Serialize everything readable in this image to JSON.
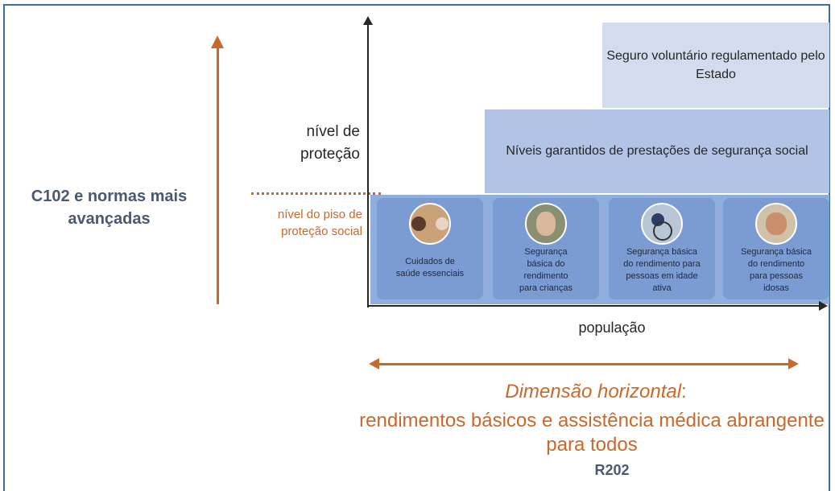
{
  "left": {
    "standards_label": "C102 e normas mais avançadas",
    "axis_y_label": "nível de proteção",
    "floor_label": "nível do piso de proteção social"
  },
  "tiers": {
    "top": "Seguro voluntário regulamentado pelo Estado",
    "middle": "Níveis garantidos de prestações de segurança social"
  },
  "cards": [
    {
      "label": "Cuidados de\nsaúde essenciais",
      "icon": "health-care-photo-icon"
    },
    {
      "label": "Segurança\nbásica do\nrendimento\npara crianças",
      "icon": "child-photo-icon"
    },
    {
      "label": "Segurança básica\ndo rendimento para\npessoas em idade\nativa",
      "icon": "wheelchair-worker-photo-icon"
    },
    {
      "label": "Segurança básica\ndo rendimento\npara pessoas\nidosas",
      "icon": "elderly-person-photo-icon"
    }
  ],
  "axis_x_label": "população",
  "bottom": {
    "title_italic": "Dimensão horizontal",
    "title_suffix": ":",
    "subtitle": "rendimentos básicos e assistência médica abrangente para todos",
    "code": "R202"
  },
  "colors": {
    "accent_orange": "#c8692c",
    "text_dark_blue": "#4b5970",
    "tier_top": "#d3dcee",
    "tier_middle": "#b2c3e5",
    "tier_base": "#8faddd",
    "card": "#7b9bd3"
  }
}
